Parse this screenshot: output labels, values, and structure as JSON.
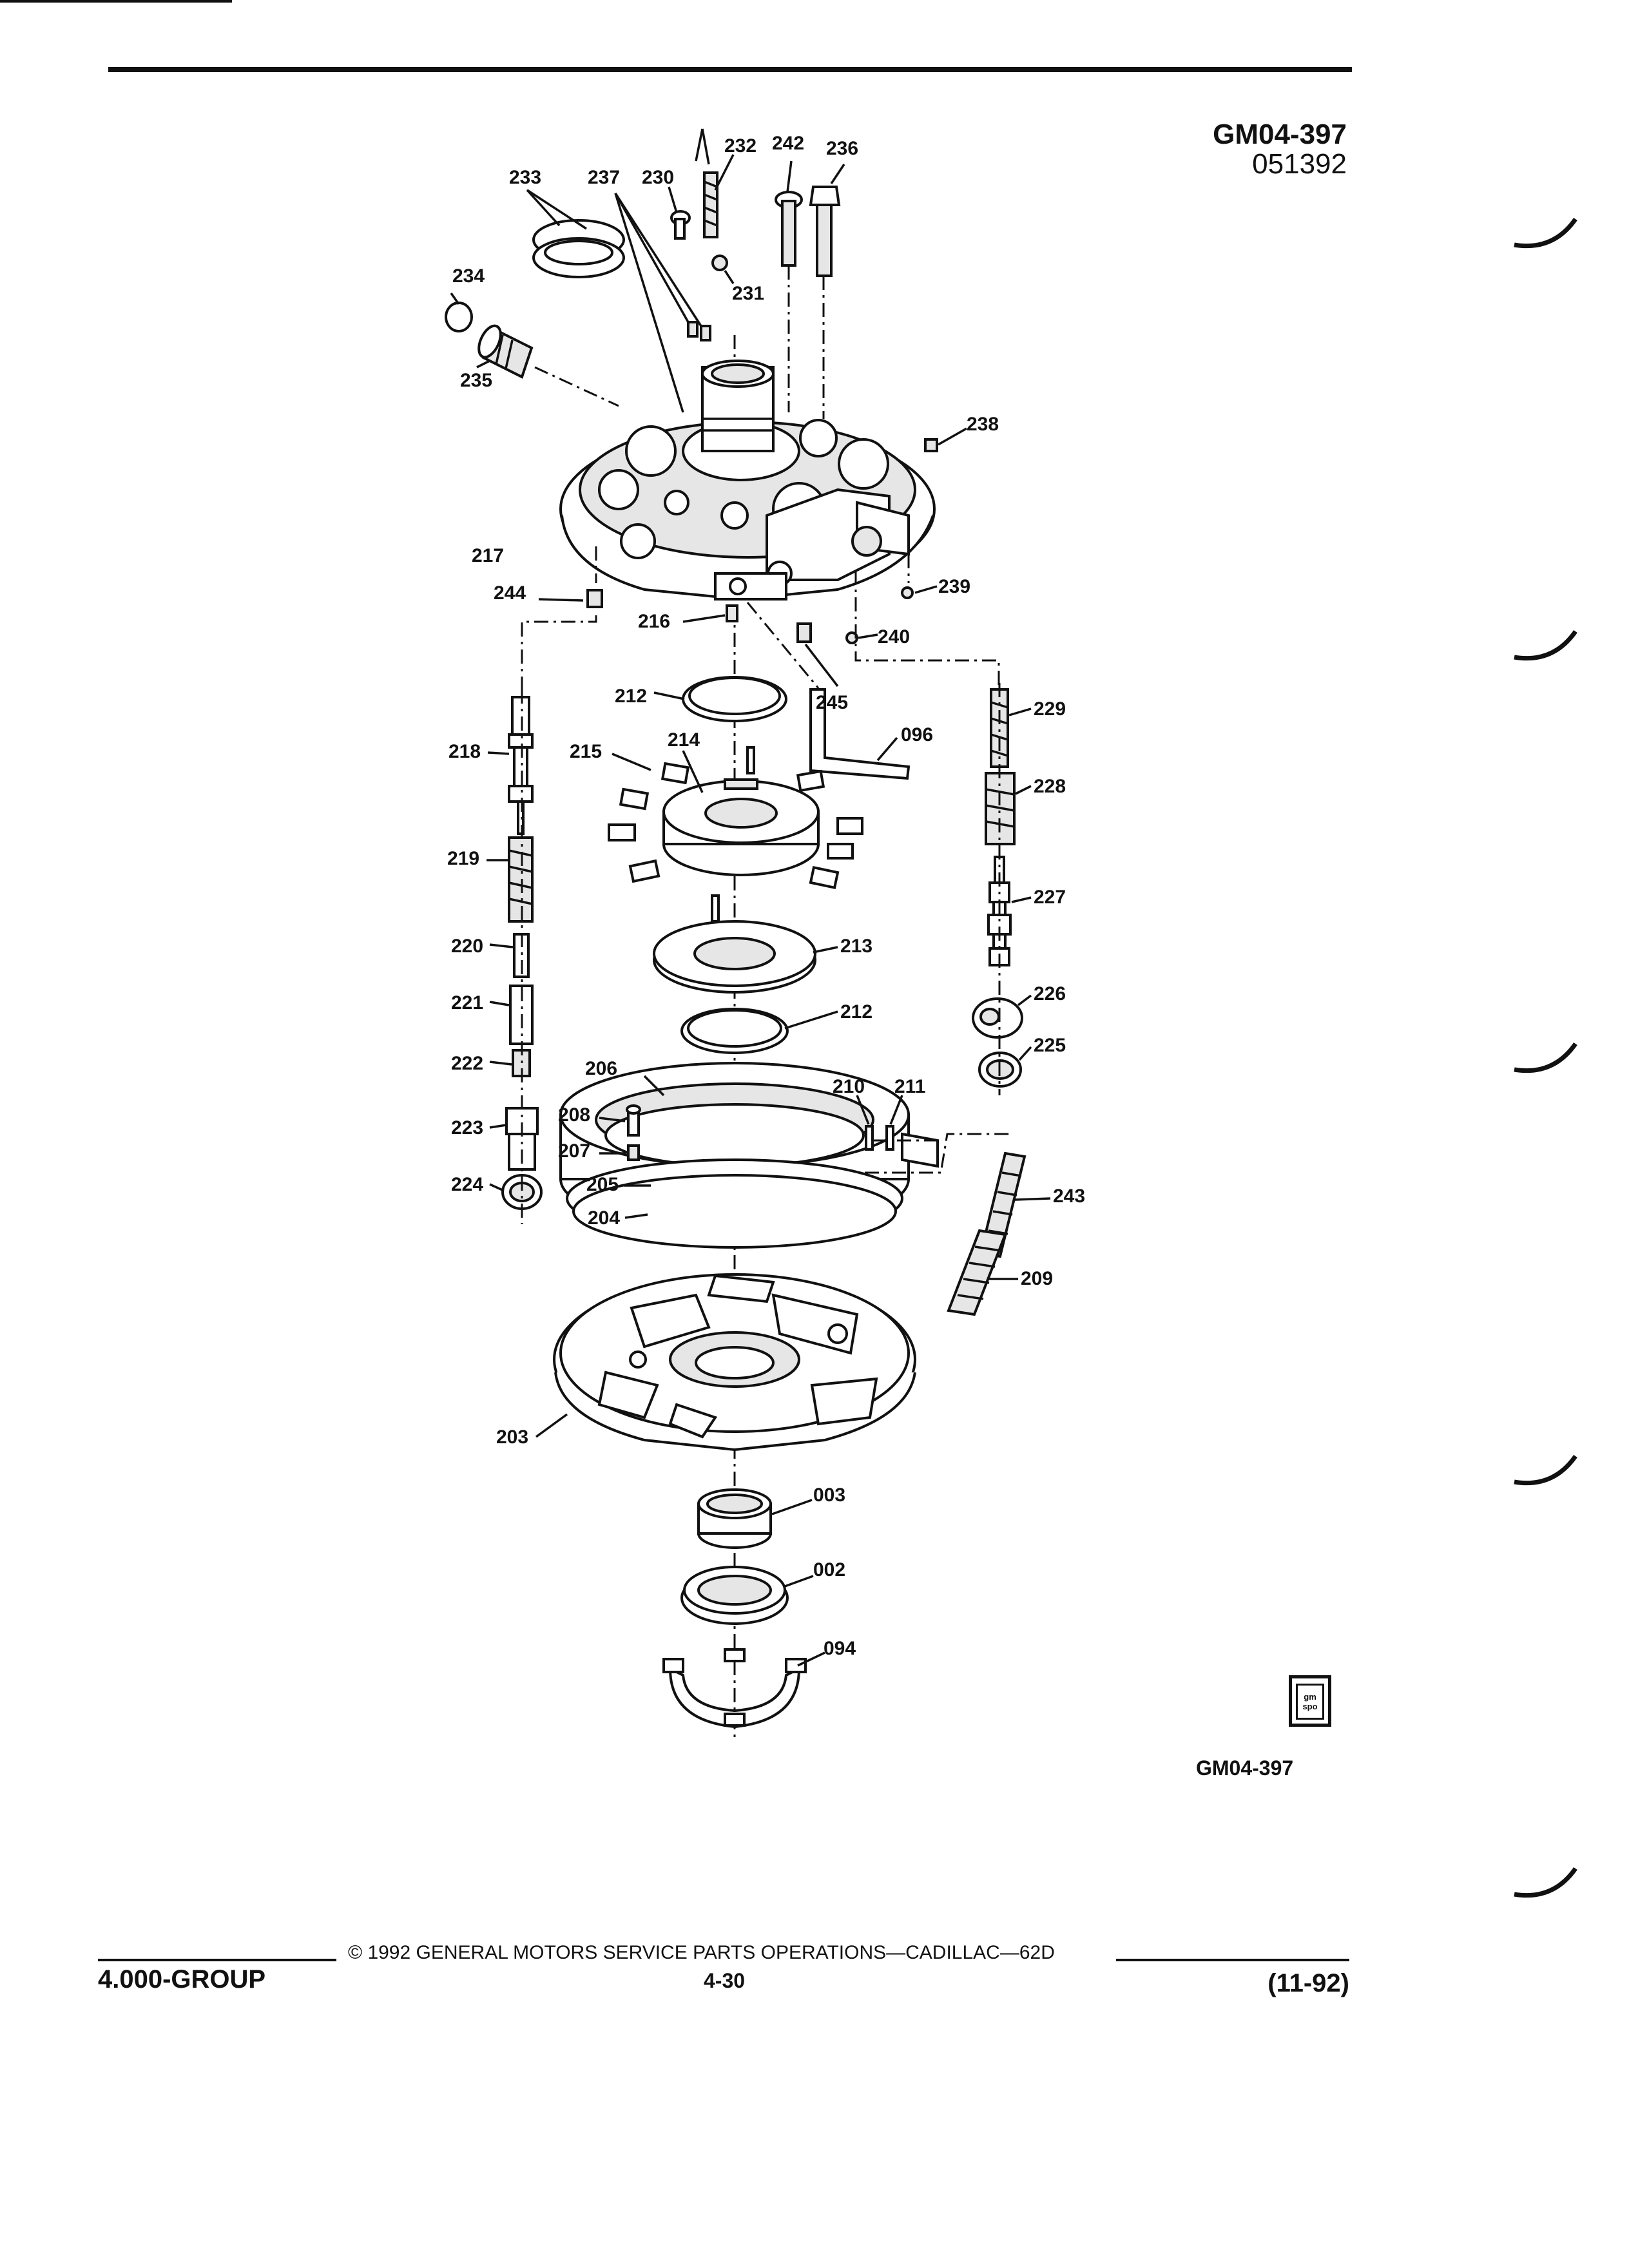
{
  "header": {
    "figure_code": "GM04-397",
    "figure_date": "051392"
  },
  "diagram": {
    "parts": {
      "p002": "002",
      "p003": "003",
      "p094": "094",
      "p096": "096",
      "p203": "203",
      "p204": "204",
      "p205": "205",
      "p206": "206",
      "p207": "207",
      "p208": "208",
      "p209": "209",
      "p210": "210",
      "p211": "211",
      "p212a": "212",
      "p212b": "212",
      "p213": "213",
      "p214": "214",
      "p215": "215",
      "p216": "216",
      "p217": "217",
      "p218": "218",
      "p219": "219",
      "p220": "220",
      "p221": "221",
      "p222": "222",
      "p223": "223",
      "p224": "224",
      "p225": "225",
      "p226": "226",
      "p227": "227",
      "p228": "228",
      "p229": "229",
      "p230": "230",
      "p231": "231",
      "p232": "232",
      "p233": "233",
      "p234": "234",
      "p235": "235",
      "p236": "236",
      "p237": "237",
      "p238": "238",
      "p239": "239",
      "p240": "240",
      "p242": "242",
      "p243": "243",
      "p244": "244",
      "p245": "245"
    },
    "bottom_code": "GM04-397",
    "badge_text": "gm spo"
  },
  "footer": {
    "group": "4.000-GROUP",
    "copyright": "© 1992 GENERAL MOTORS SERVICE PARTS OPERATIONS—CADILLAC—62D",
    "page": "4-30",
    "date": "(11-92)"
  }
}
